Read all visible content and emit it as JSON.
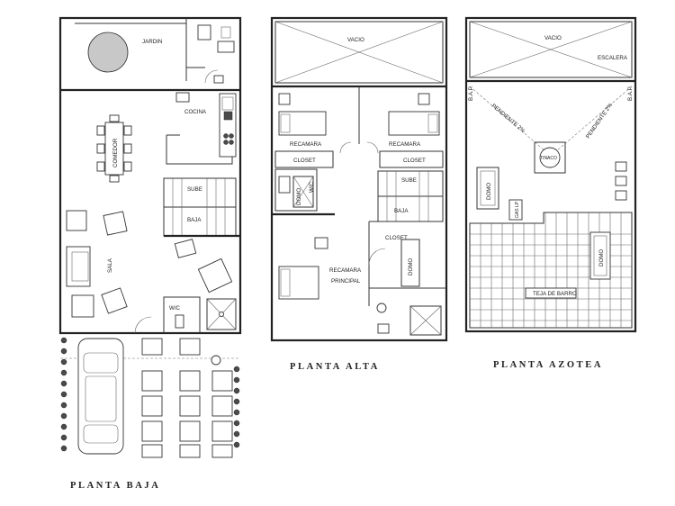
{
  "titles": {
    "planta_baja": "PLANTA BAJA",
    "planta_alta": "PLANTA ALTA",
    "planta_azotea": "PLANTA AZOTEA"
  },
  "labels": {
    "jardin": "JARDIN",
    "cocina": "COCINA",
    "comedor": "COMEDOR",
    "sube": "SUBE",
    "baja": "BAJA",
    "sala": "SALA",
    "wc": "W/C",
    "vacio_alta": "VACIO",
    "recamara_left": "RECAMARA",
    "recamara_right": "RECAMARA",
    "closet_left": "CLOSET",
    "closet_right": "CLOSET",
    "closet_center": "CLOSET",
    "wc_alta": "W/C",
    "domo_alta_shaft": "DOMO",
    "sube_alta": "SUBE",
    "baja_alta": "BAJA",
    "recamara_principal_1": "RECAMARA",
    "recamara_principal_2": "PRINCIPAL",
    "domo_alta_closet": "DOMO",
    "vacio_azotea": "VACIO",
    "escalera": "ESCALERA",
    "bap_left": "B.A.P.",
    "bap_right": "B.A.P.",
    "pendiente_left": "PENDIENTE 2%",
    "pendiente_right": "PENDIENTE 2%",
    "tinaco": "TINACO",
    "domo_azotea_left": "DOMO",
    "gas_lp": "GAS LP",
    "domo_azotea_right": "DOMO",
    "teja": "TEJA DE BARRO"
  }
}
